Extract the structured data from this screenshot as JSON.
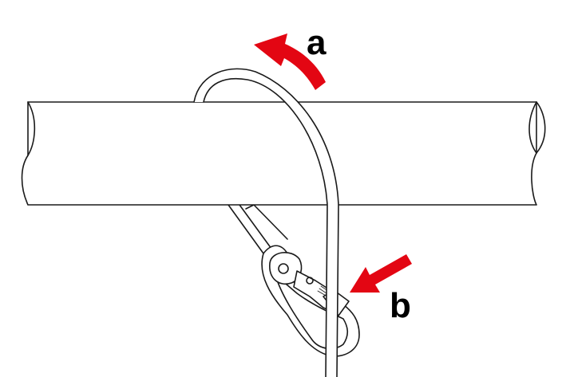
{
  "labels": {
    "a": "a",
    "b": "b"
  },
  "colors": {
    "arrow": "#e30613",
    "line": "#1a1a1a",
    "background": "#ffffff"
  },
  "icons": {
    "arrow_a": "curved-arrow-left",
    "arrow_b": "arrow-down-left"
  }
}
